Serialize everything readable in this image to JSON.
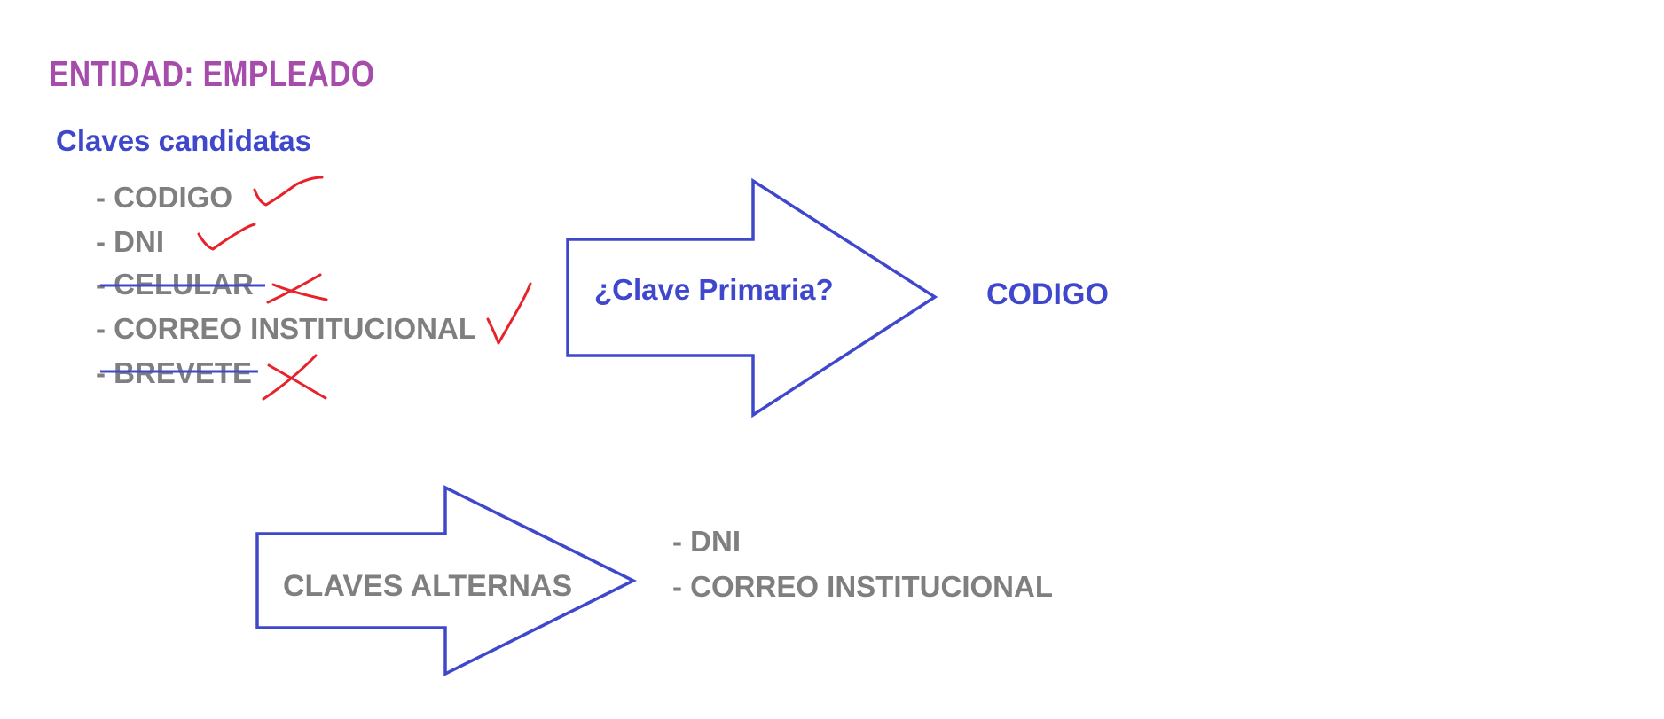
{
  "title": "ENTIDAD: EMPLEADO",
  "subtitle": "Claves candidatas",
  "candidates": [
    {
      "label": "- CODIGO",
      "mark": "check"
    },
    {
      "label": "- DNI",
      "mark": "check"
    },
    {
      "label": "- CELULAR",
      "mark": "cross"
    },
    {
      "label": "- CORREO INSTITUCIONAL",
      "mark": "check"
    },
    {
      "label": "- BREVETE",
      "mark": "cross"
    }
  ],
  "primary_question": "¿Clave Primaria?",
  "primary_key": "CODIGO",
  "alternate_label": "CLAVES ALTERNAS",
  "alternate_keys": [
    "- DNI",
    "- CORREO INSTITUCIONAL"
  ],
  "colors": {
    "title": "#A64DAC",
    "blue": "#3F48CC",
    "gray": "#7F7F7F",
    "red": "#E8222A"
  }
}
